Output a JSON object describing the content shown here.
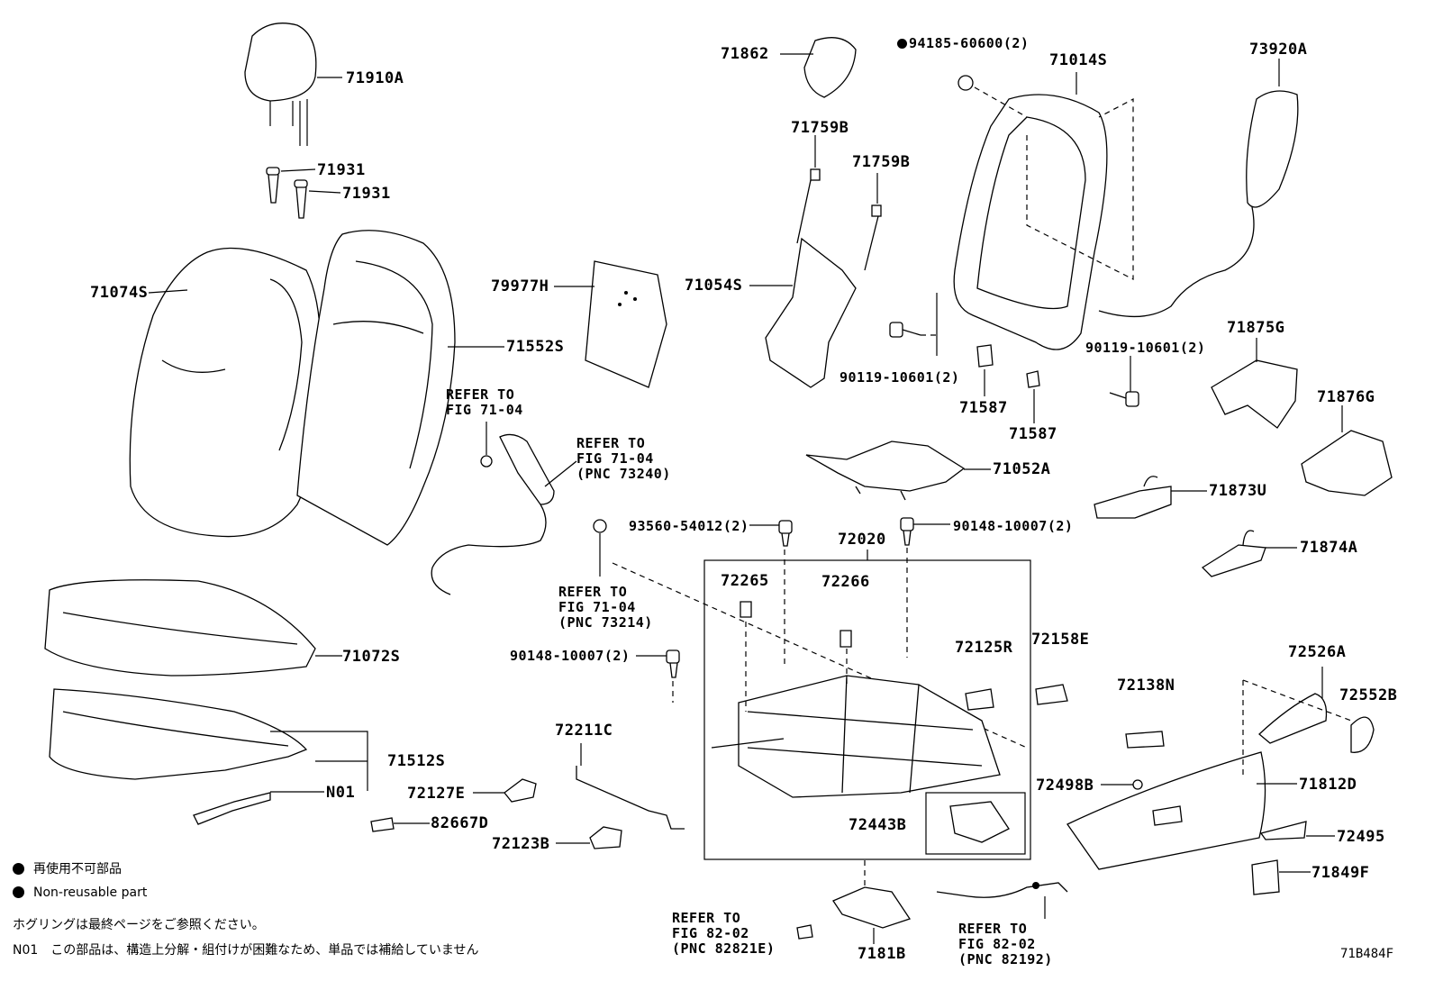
{
  "labels": {
    "p71910A": "71910A",
    "p71931a": "71931",
    "p71931b": "71931",
    "p71074S": "71074S",
    "p71552S": "71552S",
    "p79977H": "79977H",
    "p71862": "71862",
    "p94185": "94185-60600(2)",
    "p71014S": "71014S",
    "p73920A": "73920A",
    "p71759Ba": "71759B",
    "p71759Bb": "71759B",
    "p71054S": "71054S",
    "p90119a": "90119-10601(2)",
    "p90119b": "90119-10601(2)",
    "p71587a": "71587",
    "p71587b": "71587",
    "p71875G": "71875G",
    "p71876G": "71876G",
    "p71052A": "71052A",
    "p71873U": "71873U",
    "p71874A": "71874A",
    "p93560": "93560-54012(2)",
    "p72020": "72020",
    "p90148a": "90148-10007(2)",
    "p90148b": "90148-10007(2)",
    "p72265": "72265",
    "p72266": "72266",
    "p72125R": "72125R",
    "p72158E": "72158E",
    "p72138N": "72138N",
    "p72526A": "72526A",
    "p72552B": "72552B",
    "p71072S": "71072S",
    "p71512S": "71512S",
    "pN01": "N01",
    "p82667D": "82667D",
    "p72127E": "72127E",
    "p72211C": "72211C",
    "p72123B": "72123B",
    "p72443B": "72443B",
    "p72498B": "72498B",
    "p71812D": "71812D",
    "p72495": "72495",
    "p71849F": "71849F",
    "p7181B": "7181B"
  },
  "refs": {
    "r1": "REFER TO\nFIG 71-04",
    "r2": "REFER TO\nFIG 71-04\n(PNC 73240)",
    "r3": "REFER TO\nFIG 71-04\n(PNC 73214)",
    "r4": "REFER TO\nFIG 82-02\n(PNC 82821E)",
    "r5": "REFER TO\nFIG 82-02\n(PNC 82192)"
  },
  "legend": {
    "jp_nonreusable": "再使用不可部品",
    "en_nonreusable": "Non-reusable part",
    "hog_ring_note": "ホグリングは最終ページをご参照ください。",
    "n01_note": "N01　この部品は、構造上分解・組付けが困難なため、単品では補給していません"
  },
  "figure_id": "71B484F"
}
